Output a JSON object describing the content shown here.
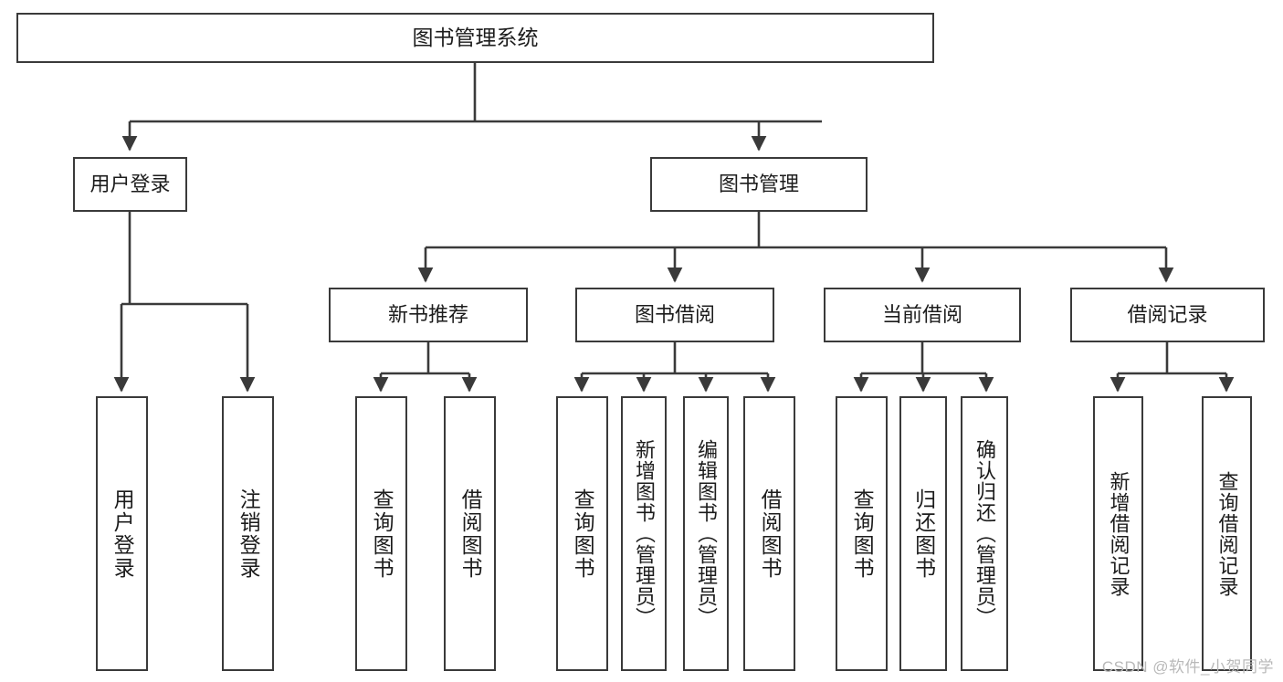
{
  "diagram": {
    "type": "tree-hierarchy",
    "title": "图书管理系统",
    "root": {
      "id": "root",
      "label": "图书管理系统"
    },
    "level2": [
      {
        "id": "user-login",
        "label": "用户登录"
      },
      {
        "id": "book-manage",
        "label": "图书管理"
      }
    ],
    "level3": [
      {
        "id": "new-book-recommend",
        "label": "新书推荐",
        "parent": "book-manage"
      },
      {
        "id": "book-borrow",
        "label": "图书借阅",
        "parent": "book-manage"
      },
      {
        "id": "current-borrow",
        "label": "当前借阅",
        "parent": "book-manage"
      },
      {
        "id": "borrow-record",
        "label": "借阅记录",
        "parent": "book-manage"
      }
    ],
    "leaves": [
      {
        "id": "leaf-user-login",
        "label": "用户登录",
        "parent": "user-login"
      },
      {
        "id": "leaf-logout-login",
        "label": "注销登录",
        "parent": "user-login"
      },
      {
        "id": "leaf-query-book-1",
        "label": "查询图书",
        "parent": "new-book-recommend"
      },
      {
        "id": "leaf-borrow-book-1",
        "label": "借阅图书",
        "parent": "new-book-recommend"
      },
      {
        "id": "leaf-query-book-2",
        "label": "查询图书",
        "parent": "book-borrow"
      },
      {
        "id": "leaf-add-book",
        "label": "新增图书（管理员）",
        "parent": "book-borrow"
      },
      {
        "id": "leaf-edit-book",
        "label": "编辑图书（管理员）",
        "parent": "book-borrow"
      },
      {
        "id": "leaf-borrow-book-2",
        "label": "借阅图书",
        "parent": "book-borrow"
      },
      {
        "id": "leaf-query-book-3",
        "label": "查询图书",
        "parent": "current-borrow"
      },
      {
        "id": "leaf-return-book",
        "label": "归还图书",
        "parent": "current-borrow"
      },
      {
        "id": "leaf-confirm-return",
        "label": "确认归还（管理员）",
        "parent": "current-borrow"
      },
      {
        "id": "leaf-add-record",
        "label": "新增借阅记录",
        "parent": "borrow-record"
      },
      {
        "id": "leaf-query-record",
        "label": "查询借阅记录",
        "parent": "borrow-record"
      }
    ],
    "colors": {
      "box_border": "#3a3a3a",
      "box_fill": "#ffffff",
      "connector": "#3a3a3a",
      "text": "#1c1c1c",
      "watermark": "#b9b9b9"
    }
  },
  "watermark": {
    "text": "CSDN @软件_小贺同学"
  }
}
